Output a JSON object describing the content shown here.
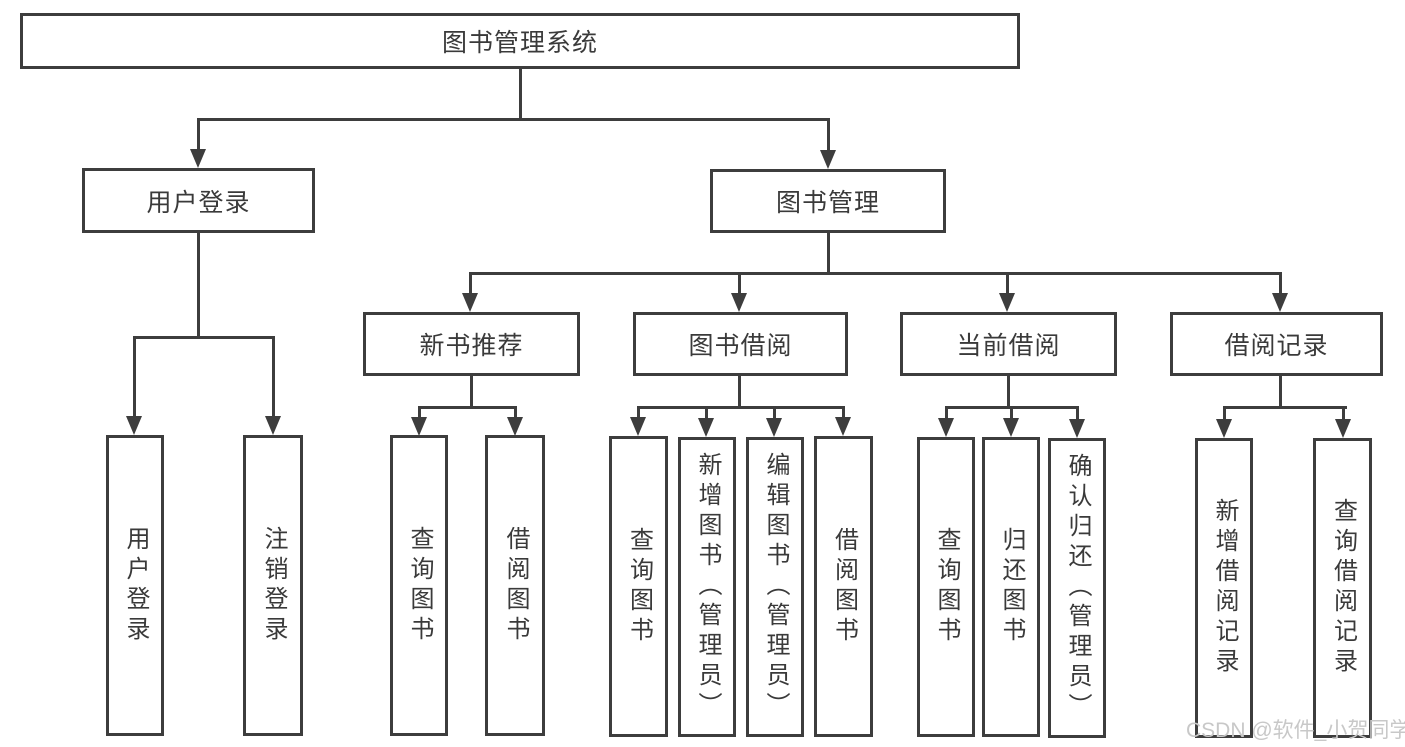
{
  "diagram": {
    "type": "tree",
    "root": {
      "label": "图书管理系统"
    },
    "branches": [
      {
        "label": "用户登录",
        "children": [
          {
            "label": "用户登录"
          },
          {
            "label": "注销登录"
          }
        ]
      },
      {
        "label": "图书管理",
        "children": [
          {
            "label": "新书推荐",
            "children": [
              {
                "label": "查询图书"
              },
              {
                "label": "借阅图书"
              }
            ]
          },
          {
            "label": "图书借阅",
            "children": [
              {
                "label": "查询图书"
              },
              {
                "label": "新增图书（管理员）"
              },
              {
                "label": "编辑图书（管理员）"
              },
              {
                "label": "借阅图书"
              }
            ]
          },
          {
            "label": "当前借阅",
            "children": [
              {
                "label": "查询图书"
              },
              {
                "label": "归还图书"
              },
              {
                "label": "确认归还（管理员）"
              }
            ]
          },
          {
            "label": "借阅记录",
            "children": [
              {
                "label": "新增借阅记录"
              },
              {
                "label": "查询借阅记录"
              }
            ]
          }
        ]
      }
    ]
  },
  "watermark": {
    "text": "CSDN @软件_小贺同学"
  },
  "colors": {
    "line": "#3d3d3d",
    "node_border": "#3d3d3d",
    "node_fill": "#ffffff",
    "text": "#3a3a3a",
    "watermark": "#c8c8c8",
    "background": "#ffffff"
  }
}
